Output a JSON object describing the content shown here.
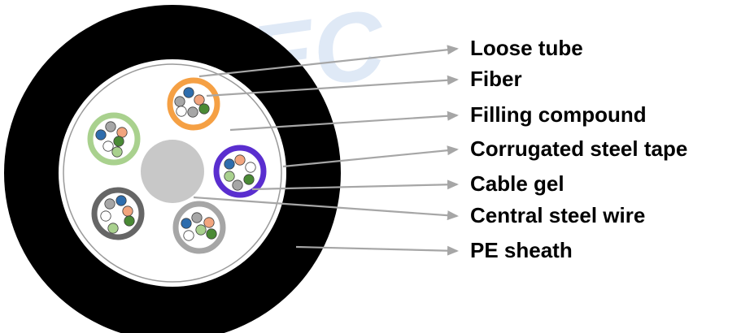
{
  "watermark": "CALEC",
  "colors": {
    "sheath": "#000000",
    "core": "#ffffff",
    "central_wire": "#c8c8c8",
    "leader": "#a6a6a6",
    "label_text": "#000000",
    "watermark": "#dfe9f6"
  },
  "fiber_colors": {
    "blue": "#2e6dad",
    "orange": "#f2a57e",
    "green": "#4a8a35",
    "light_green": "#a9d18e",
    "gray": "#a6a6a6",
    "white": "#ffffff"
  },
  "tube_colors": [
    "#f5a044",
    "#a9d18e",
    "#5a2ecf",
    "#666666",
    "#a6a6a6"
  ],
  "labels": [
    {
      "id": "loose-tube",
      "text": "Loose tube"
    },
    {
      "id": "fiber",
      "text": "Fiber"
    },
    {
      "id": "filling-compound",
      "text": "Filling compound"
    },
    {
      "id": "corrugated-steel-tape",
      "text": "Corrugated steel tape"
    },
    {
      "id": "cable-gel",
      "text": "Cable gel"
    },
    {
      "id": "central-steel-wire",
      "text": "Central steel wire"
    },
    {
      "id": "pe-sheath",
      "text": "PE sheath"
    }
  ]
}
